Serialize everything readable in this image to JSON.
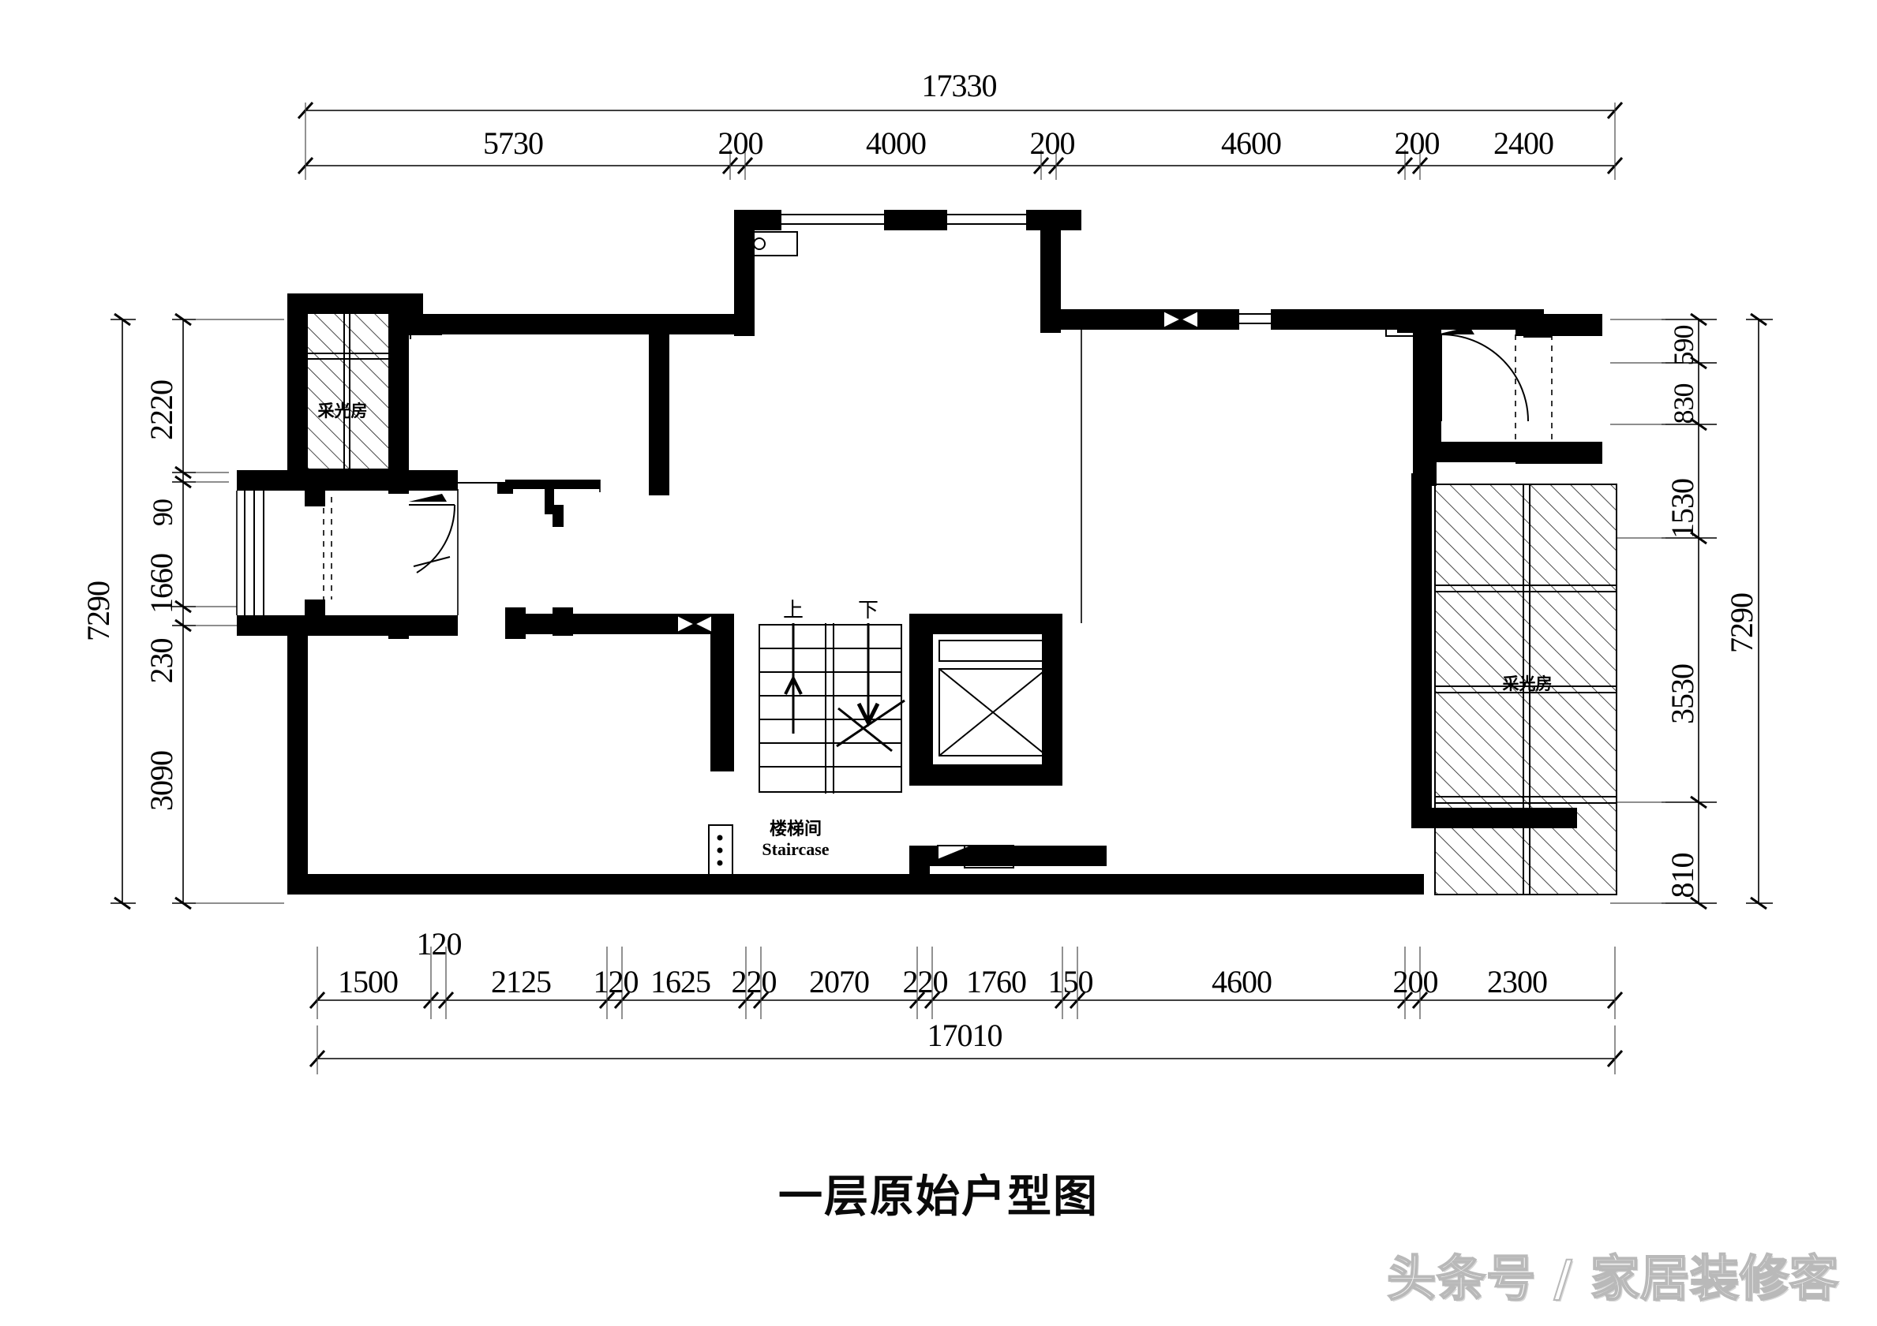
{
  "drawing": {
    "title": "一层原始户型图",
    "watermark": "头条号 / 家居装修客",
    "units": "mm"
  },
  "dimensions": {
    "top_overall": "17330",
    "top_chain": [
      "5730",
      "200",
      "4000",
      "200",
      "4600",
      "200",
      "2400"
    ],
    "bottom_overall": "17010",
    "bottom_chain": [
      "1500",
      "2125",
      "120",
      "1625",
      "220",
      "2070",
      "220",
      "1760",
      "150",
      "4600",
      "200",
      "2300"
    ],
    "bottom_offset_label": "120",
    "left_overall": "7290",
    "left_chain": [
      "2220",
      "90",
      "1660",
      "230",
      "3090"
    ],
    "right_overall": "7290",
    "right_chain": [
      "590",
      "830",
      "1530",
      "3530",
      "810"
    ]
  },
  "rooms": [
    {
      "id": "sunroom-left",
      "label": "采光房"
    },
    {
      "id": "sunroom-right",
      "label": "采光房"
    },
    {
      "id": "staircase",
      "label_cn": "楼梯间",
      "label_en": "Staircase"
    }
  ],
  "stairs": {
    "up_label": "上",
    "down_label": "下"
  },
  "colors": {
    "wall": "#000000",
    "line": "#000000",
    "dimension": "#4a4a4a",
    "paper": "#ffffff",
    "watermark": "#ffffff"
  }
}
